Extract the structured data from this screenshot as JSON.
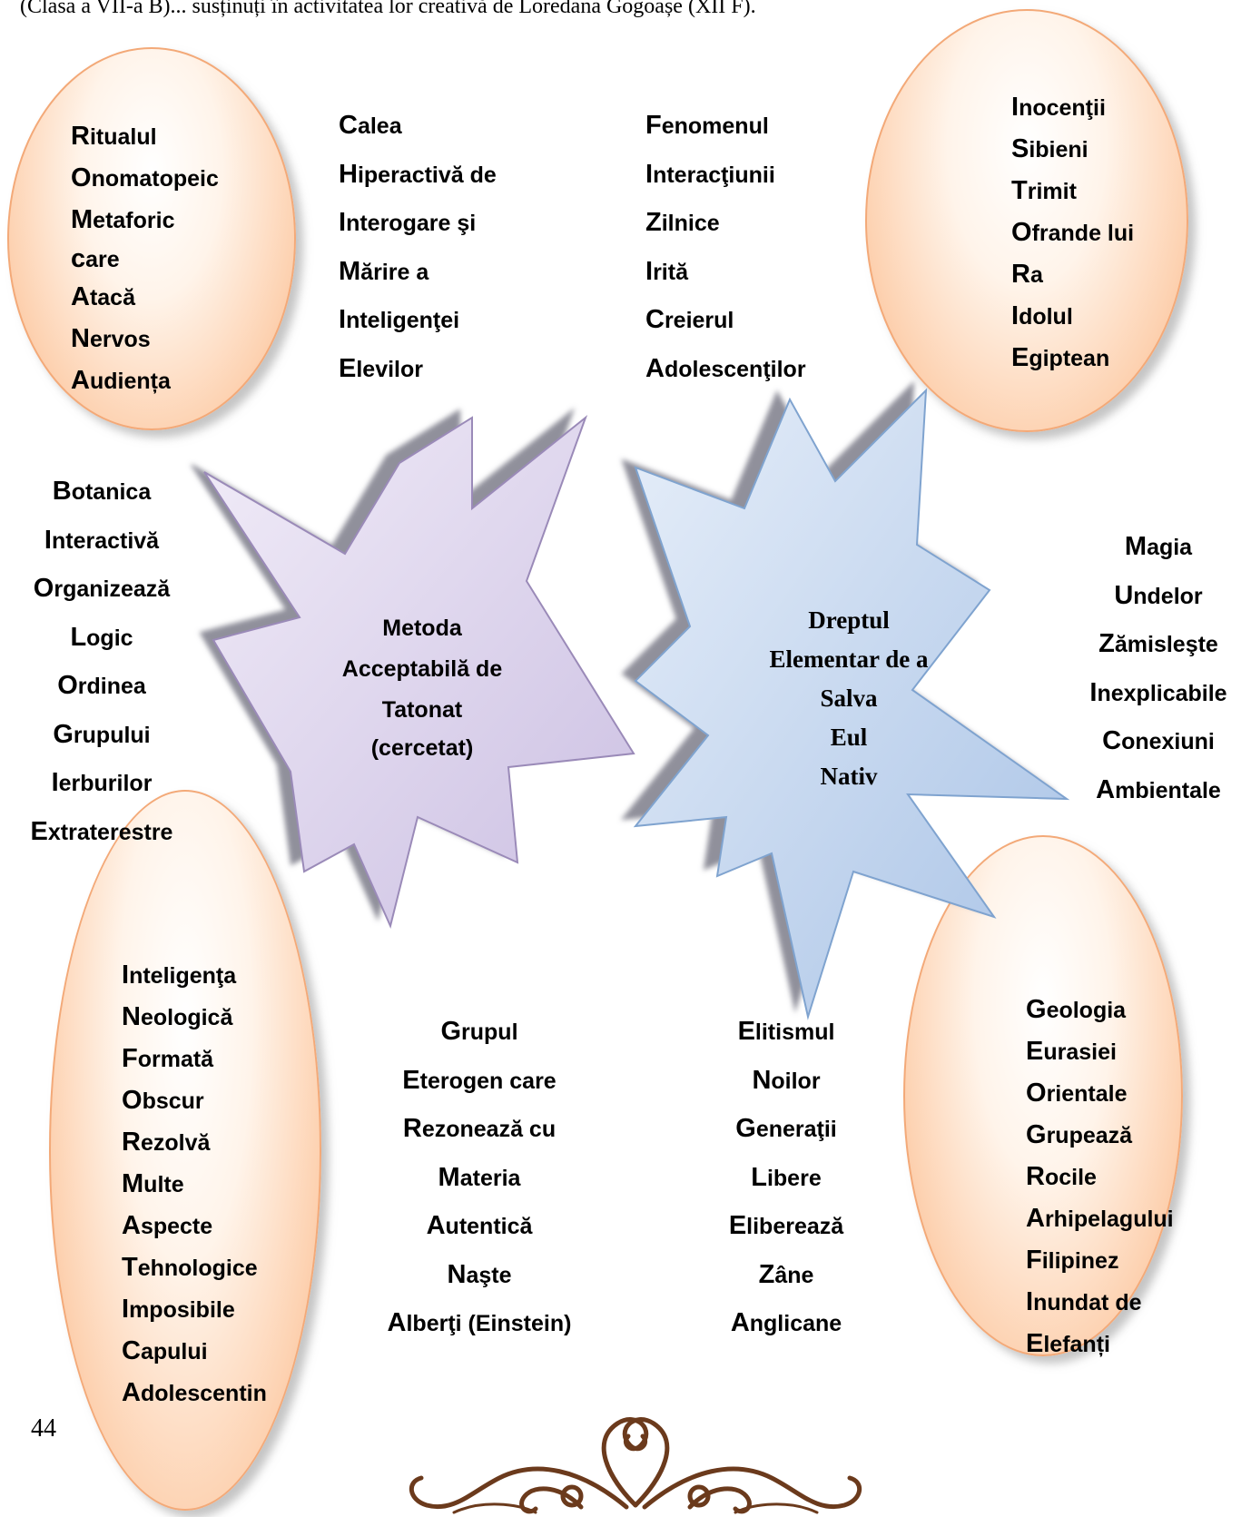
{
  "header": {
    "text": "(Clasa a VII-a B)...  susținuți în activitatea lor creativă de Loredana Gogoașe (XII F)."
  },
  "ovals": {
    "top_left": [
      "Ritualul",
      "Onomatopeic",
      "Metaforic",
      "care",
      "Atacă",
      "Nervos",
      "Audiența"
    ],
    "top_right": [
      "Inocenţii",
      "Sibieni",
      "Trimit",
      "Ofrande lui",
      "Ra",
      "Idolul",
      "Egiptean"
    ],
    "bottom_left": [
      "Inteligenţa",
      "Neologică",
      "Formată",
      "Obscur",
      "Rezolvă",
      "Multe",
      "Aspecte",
      "Tehnologice",
      "Imposibile",
      "Capului",
      "Adolescentin"
    ],
    "bottom_right": [
      "Geologia",
      "Eurasiei",
      "Orientale",
      "Grupează",
      "Rocile",
      "Arhipelagului",
      "Filipinez",
      "Inundat de",
      "Elefanți"
    ]
  },
  "columns": {
    "calea": [
      "Calea",
      "Hiperactivă de",
      "Interogare şi",
      "Mărire a",
      "Inteligenţei",
      "Elevilor"
    ],
    "fenomenul": [
      "Fenomenul",
      "Interacţiunii",
      "Zilnice",
      "Irită",
      "Creierul",
      "Adolescenţilor"
    ],
    "botanica": [
      "Botanica",
      "Interactivă",
      "Organizează",
      "Logic",
      "Ordinea",
      "Grupului",
      "Ierburilor",
      "Extraterestre"
    ],
    "magia": [
      "Magia",
      "Undelor",
      "Zămisleşte",
      "Inexplicabile",
      "Conexiuni",
      "Ambientale"
    ],
    "grupul": [
      "Grupul",
      "Eterogen care",
      "Rezonează cu",
      "Materia",
      "Autentică",
      "Naşte",
      "Alberţi (Einstein)"
    ],
    "elitismul": [
      "Elitismul",
      "Noilor",
      "Generaţii",
      "Libere",
      "Eliberează",
      "Zâne",
      "Anglicane"
    ]
  },
  "stars": {
    "left": {
      "lines": [
        "Metoda",
        "Acceptabilă de",
        "Tatonat",
        "(cercetat)"
      ],
      "fill": "#dcd3ec",
      "stroke": "#9a8ab8"
    },
    "right": {
      "lines": [
        "Dreptul",
        "Elementar de a",
        "Salva",
        "Eul",
        "Nativ"
      ],
      "fill": "#c7d9ef",
      "stroke": "#7fa3cf"
    }
  },
  "page_number": "44",
  "colors": {
    "oval_edge": "#f3a978",
    "oval_fill": "#fdd3b3",
    "ornament": "#6b3a1c"
  }
}
